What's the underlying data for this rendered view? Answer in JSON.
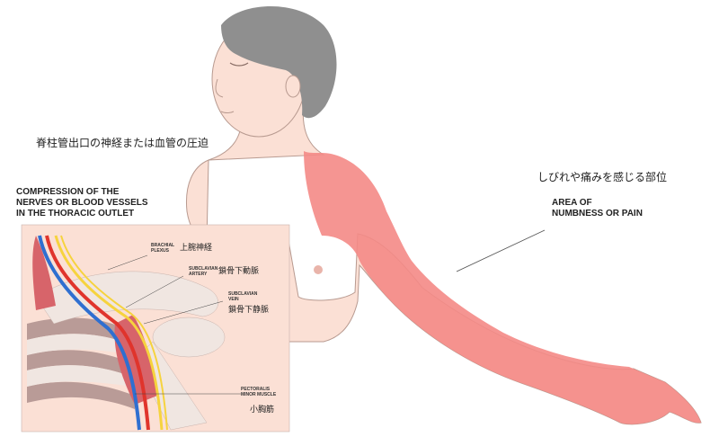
{
  "labels": {
    "compression_jp": "脊柱管出口の神経または血管の圧迫",
    "compression_en": [
      "COMPRESSION OF THE",
      "NERVES OR BLOOD VESSELS",
      "IN THE THORACIC OUTLET"
    ],
    "area_jp": "しびれや痛みを感じる部位",
    "area_en": [
      "AREA OF",
      "NUMBNESS OR PAIN"
    ]
  },
  "inset": {
    "brachial_plexus_en": [
      "BRACHIAL",
      "PLEXUS"
    ],
    "brachial_plexus_jp": "上腕神経",
    "subclavian_artery_en": [
      "SUBCLAVIAN",
      "ARTERY"
    ],
    "subclavian_artery_jp": "鎖骨下動脈",
    "subclavian_vein_en": [
      "SUBCLAVIAN",
      "VEIN"
    ],
    "subclavian_vein_jp": "鎖骨下静脈",
    "pectoralis_en": [
      "PECTORALIS",
      "MINOR MUSCLE"
    ],
    "pectoralis_jp": "小胸筋"
  },
  "colors": {
    "skin": "#fbe0d5",
    "skin_outline": "#b89a90",
    "pain_area": "#f48a86",
    "hair": "#8f8f8f",
    "artery": "#e0342c",
    "vein": "#2f6fd0",
    "nerve": "#f6d33e",
    "muscle": "#d7646a",
    "bone": "#f0e6e1",
    "rib": "#b99b97"
  }
}
